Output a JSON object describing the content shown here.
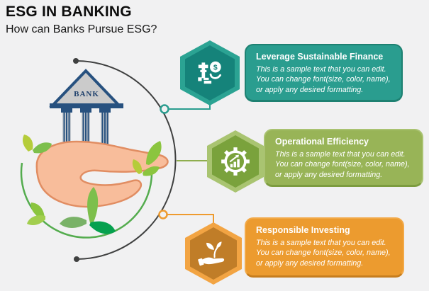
{
  "header": {
    "title": "ESG IN BANKING",
    "subtitle": "How can Banks Pursue ESG?"
  },
  "illustration": {
    "bank_label": "BANK",
    "description": "hand holding classical bank building, encircled by leaves, green circle and gray arc"
  },
  "items": [
    {
      "title": "Leverage Sustainable Finance",
      "body": [
        "This is a sample text that you can edit.",
        "You can change font(size, color, name),",
        "or apply any desired formatting."
      ],
      "icon": "money-bulb-icon",
      "card_color": "#2a9d8f",
      "hex_outer": "#2ba393",
      "hex_inner": "#15837a"
    },
    {
      "title": "Operational Efficiency",
      "body": [
        "This is a sample text that you can edit.",
        "You can change font(size, color, name),",
        "or apply any desired formatting."
      ],
      "icon": "gear-chart-icon",
      "card_color": "#98b457",
      "hex_outer": "#a9c471",
      "hex_inner": "#7aa23c"
    },
    {
      "title": "Responsible Investing",
      "body": [
        "This is a sample text that you can edit.",
        "You can change font(size, color, name),",
        "or apply any desired formatting."
      ],
      "icon": "hand-sprout-icon",
      "card_color": "#ec9b2f",
      "hex_outer": "#f2a443",
      "hex_inner": "#c07d28"
    }
  ],
  "colors": {
    "background": "#f1f1f2",
    "title_text": "#0d0d0d",
    "arc_gray": "#3f4040",
    "circle_green": "#54ac4e",
    "hand_fill": "#f8bd9b",
    "hand_stroke": "#e18d62",
    "bank_navy": "#27517f",
    "bank_pediment_gray": "#cbcbcb",
    "leaf_yellow_green": "#b5cc3a",
    "leaf_medium_green": "#7dbf4c",
    "leaf_dark_green": "#06a14f"
  }
}
